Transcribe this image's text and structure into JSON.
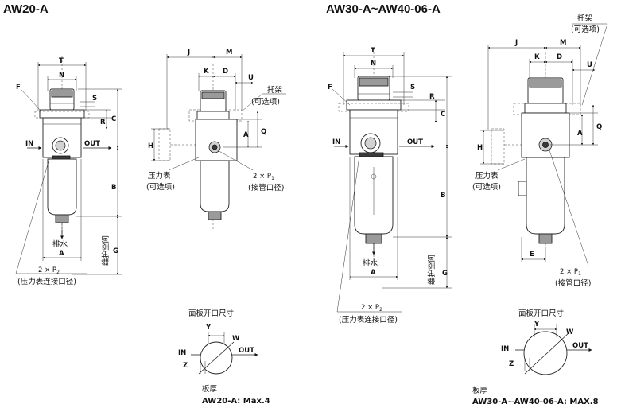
{
  "left": {
    "title": "AW20-A",
    "dims": {
      "T": "T",
      "N": "N",
      "F": "F",
      "S": "S",
      "R": "R",
      "C": "C",
      "B": "B",
      "A": "A",
      "G": "G",
      "J": "J",
      "M": "M",
      "D": "D",
      "U": "U",
      "K": "K",
      "Q": "Q",
      "H": "H"
    },
    "flow_in": "IN",
    "flow_out": "OUT",
    "drain": "排水",
    "maint_space": "维护空间",
    "p2_count": "2 × P",
    "p2_sub": "2",
    "p2_note": "(压力表连接口径)",
    "bracket": "托架",
    "bracket_opt": "(可选项)",
    "gauge": "压力表",
    "gauge_opt": "(可选项)",
    "p1_count": "2 × P",
    "p1_sub": "1",
    "p1_note": "(接管口径)",
    "panel_title": "面板开口尺寸",
    "panel_y": "Y",
    "panel_w": "W",
    "panel_z": "Z",
    "panel_in": "IN",
    "panel_out": "OUT",
    "plate": "板厚",
    "plate_value": "AW20-A: Max.4"
  },
  "right": {
    "title": "AW30-A~AW40-06-A",
    "dims": {
      "T": "T",
      "N": "N",
      "F": "F",
      "S": "S",
      "R": "R",
      "C": "C",
      "B": "B",
      "A": "A",
      "G": "G",
      "J": "J",
      "M": "M",
      "D": "D",
      "U": "U",
      "K": "K",
      "Q": "Q",
      "H": "H",
      "E": "E"
    },
    "flow_in": "IN",
    "flow_out": "OUT",
    "drain": "排水",
    "maint_space": "维护空间",
    "p2_count": "2 × P",
    "p2_sub": "2",
    "p2_note": "(压力表连接口径)",
    "bracket": "托架",
    "bracket_opt": "(可选项)",
    "gauge": "压力表",
    "gauge_opt": "(可选项)",
    "p1_count": "2 × P",
    "p1_sub": "1",
    "p1_note": "(接管口径)",
    "panel_title": "面板开口尺寸",
    "panel_y": "Y",
    "panel_w": "W",
    "panel_z": "Z",
    "panel_in": "IN",
    "panel_out": "OUT",
    "plate": "板厚",
    "plate_value": "AW30-A~AW40-06-A: MAX.8"
  }
}
